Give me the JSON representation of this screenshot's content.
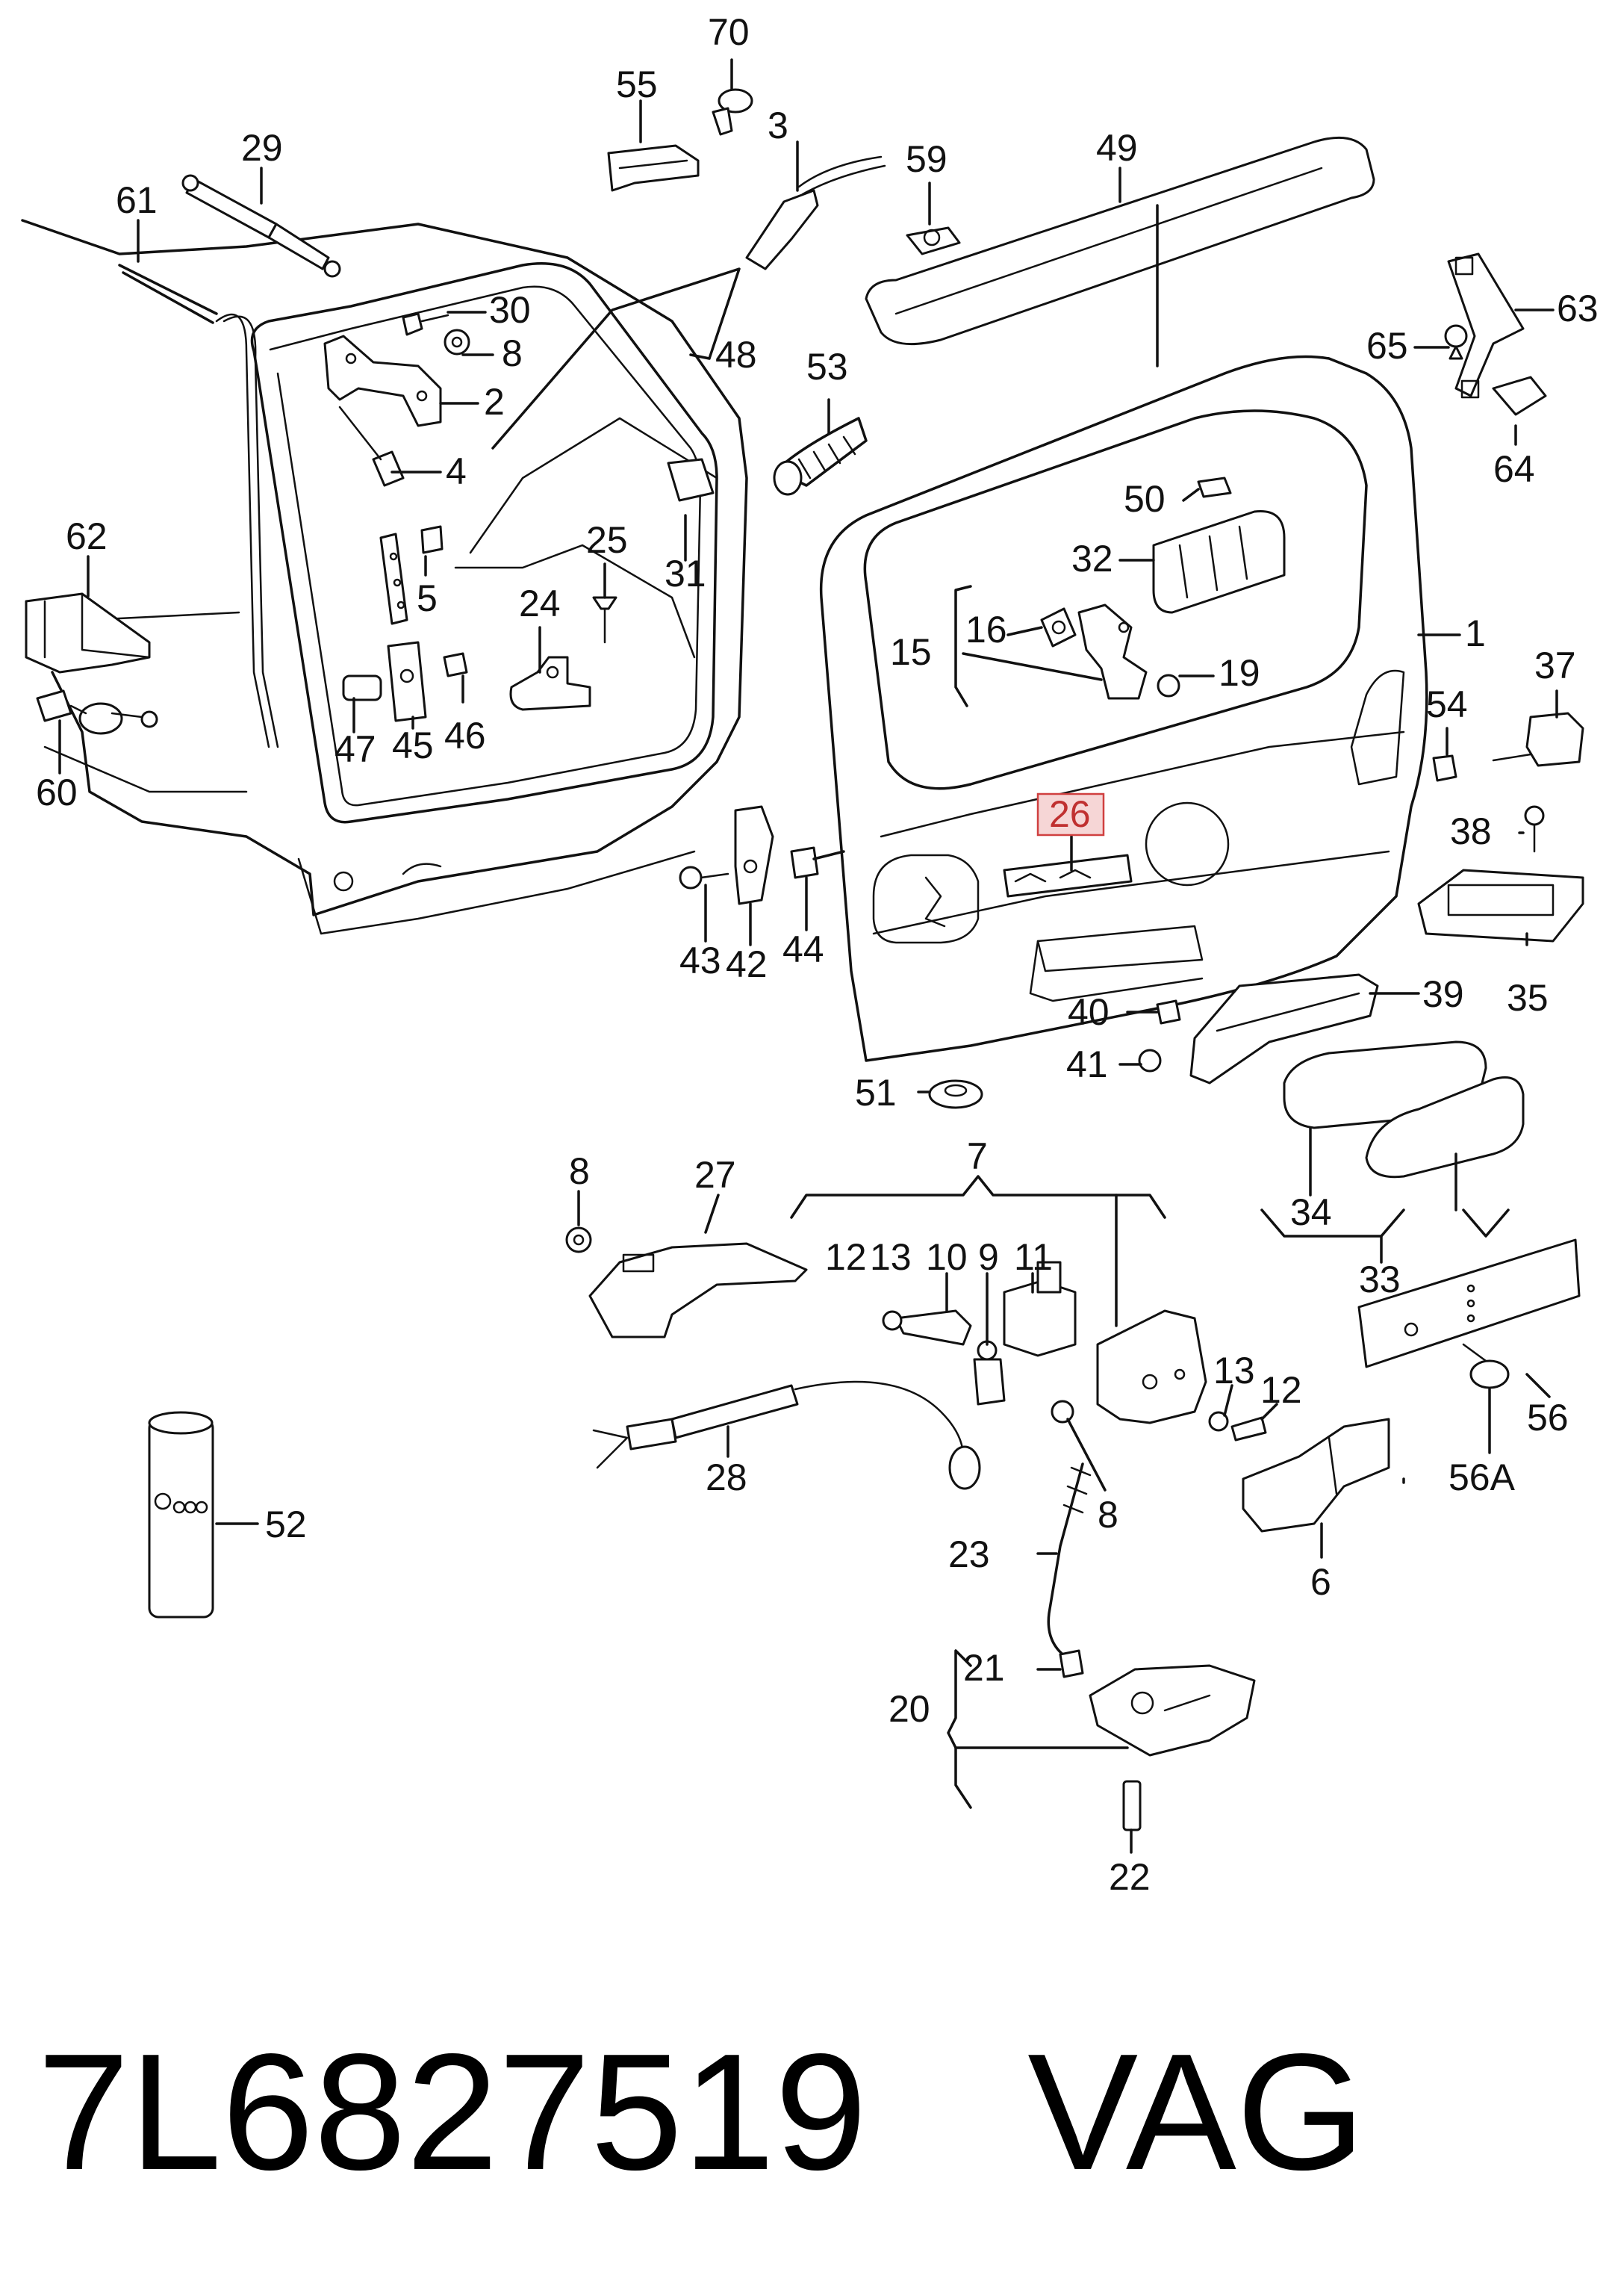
{
  "diagram": {
    "highlighted_label": "26",
    "labels": [
      "70",
      "55",
      "3",
      "29",
      "61",
      "59",
      "49",
      "30",
      "8",
      "2",
      "4",
      "48",
      "53",
      "63",
      "65",
      "64",
      "62",
      "25",
      "31",
      "5",
      "24",
      "50",
      "32",
      "15",
      "16",
      "19",
      "1",
      "37",
      "54",
      "38",
      "47",
      "45",
      "46",
      "60",
      "26",
      "43",
      "42",
      "44",
      "35",
      "39",
      "40",
      "41",
      "51",
      "34",
      "33",
      "7",
      "27",
      "12",
      "13",
      "10",
      "9",
      "11",
      "28",
      "56",
      "56A",
      "52",
      "23",
      "6",
      "20",
      "21",
      "22"
    ]
  },
  "footer": {
    "part_number": "7L6827519",
    "brand": "VAG"
  }
}
